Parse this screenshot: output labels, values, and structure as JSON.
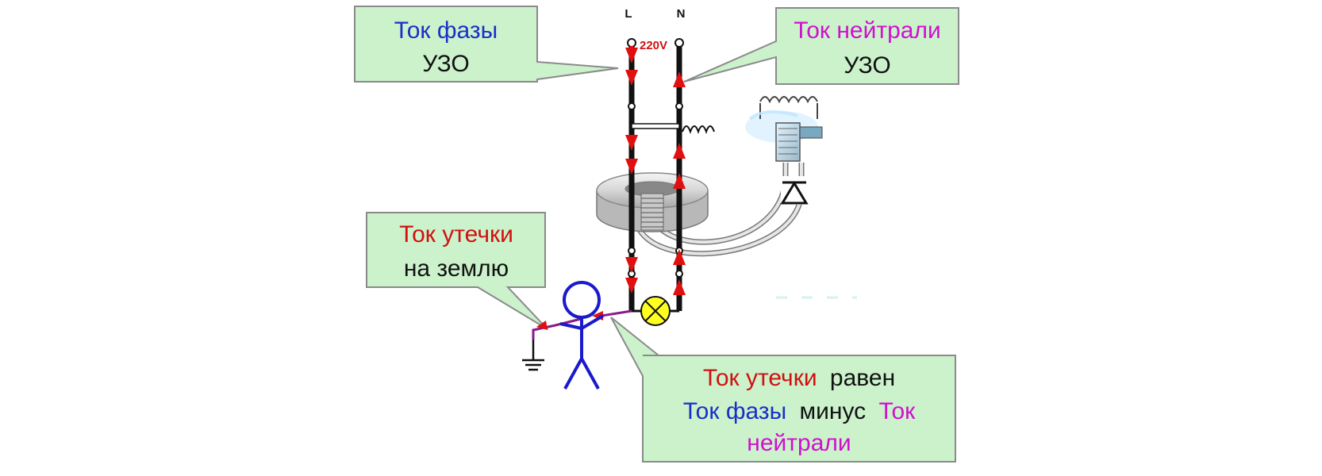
{
  "terminals": {
    "phase": "L",
    "neutral": "N",
    "voltage": "220V"
  },
  "callout_phase": {
    "line1": "Ток фазы",
    "line2": "УЗО"
  },
  "callout_neutral": {
    "line1": "Ток нейтрали",
    "line2": "УЗО"
  },
  "callout_leak": {
    "line1": "Ток утечки",
    "line2": "на землю"
  },
  "callout_formula": {
    "part_leak": "Ток утечки",
    "part_equals": "равен",
    "part_phase": "Ток фазы",
    "part_minus": "минус",
    "part_neutral_a": "Ток",
    "part_neutral_b": "нейтрали"
  },
  "colors": {
    "phase_text": "#1a2fc8",
    "neutral_text": "#d010d0",
    "leak_text": "#d01010",
    "plain_text": "#111111",
    "callout_fill": "#ccf2cc",
    "callout_stroke": "#8a8a8a",
    "current_arrow": "#e01010",
    "person_stroke": "#1a1acc",
    "lamp_fill": "#ffff20"
  },
  "icons": [
    "ground-icon",
    "lamp-icon",
    "diode-icon",
    "toroid-transformer",
    "relay-coil",
    "person-figure"
  ]
}
